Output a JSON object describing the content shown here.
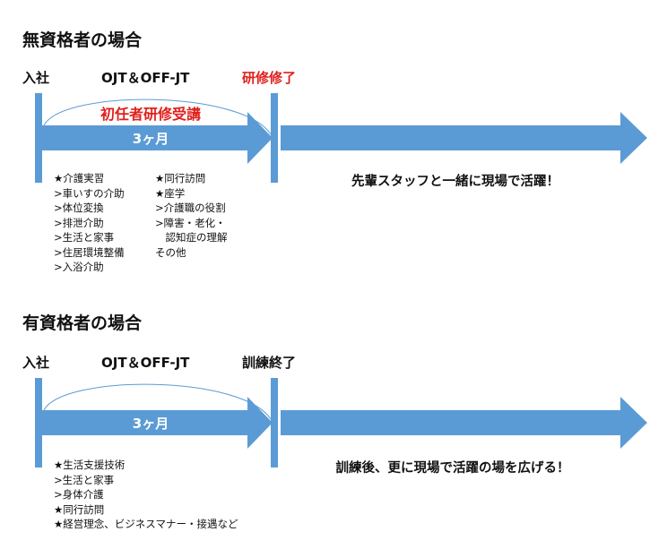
{
  "colors": {
    "accent": "#5b9bd5",
    "red": "#e0201c"
  },
  "section1": {
    "title": "無資格者の場合",
    "start_label": "入社",
    "mid_label": "OJT＆OFF-JT",
    "end_label": "研修修了",
    "arc_label": "初任者研修受講",
    "duration": "3ヶ月",
    "list_col1": [
      "★介護実習",
      ">車いすの介助",
      ">体位変換",
      ">排泄介助",
      ">生活と家事",
      ">住居環境整備",
      ">入浴介助"
    ],
    "list_col2": [
      "★同行訪問",
      "★座学",
      ">介護職の役割",
      ">障害・老化・",
      "　認知症の理解",
      "その他"
    ],
    "after_message": "先輩スタッフと一緒に現場で活躍！"
  },
  "section2": {
    "title": "有資格者の場合",
    "start_label": "入社",
    "mid_label": "OJT＆OFF-JT",
    "end_label": "訓練終了",
    "duration": "3ヶ月",
    "list_col1": [
      "★生活支援技術",
      ">生活と家事",
      ">身体介護",
      "★同行訪問",
      "★経営理念、ビジネスマナー・接遇など"
    ],
    "after_message": "訓練後、更に現場で活躍の場を広げる！"
  }
}
